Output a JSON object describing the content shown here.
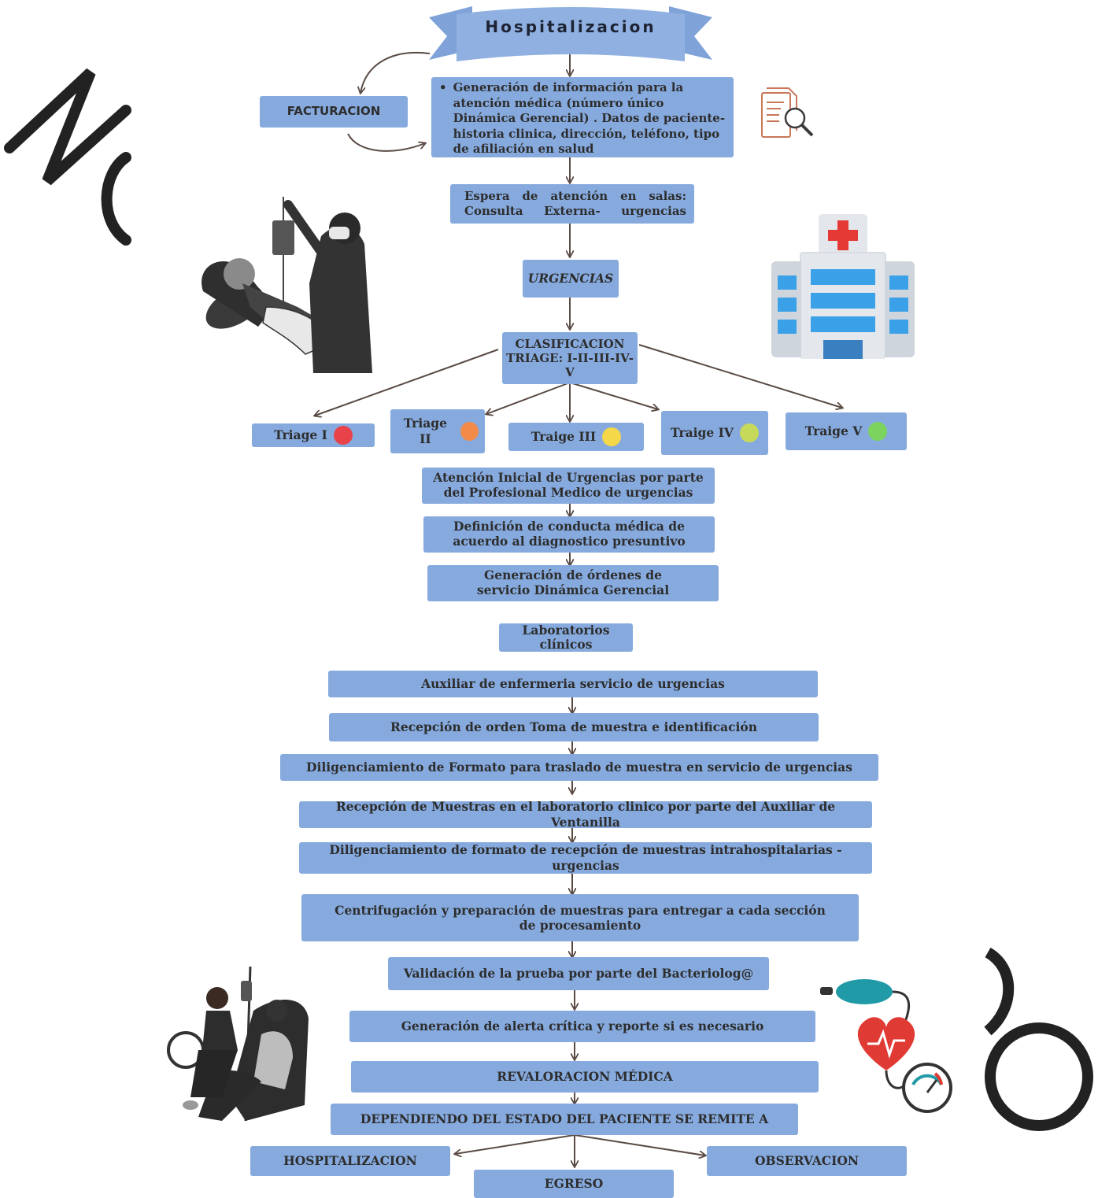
{
  "banner": {
    "title": "Hospitalizacion"
  },
  "facturacion": "FACTURACION",
  "info_box": "Generación de información para la atención médica (número único Dinámica Gerencial) . Datos de paciente- historia clinica, dirección, teléfono, tipo de afiliación en salud",
  "wait_box": "Espera de atención en salas: Consulta Externa- urgencias",
  "urgencias": "URGENCIAS",
  "clasificacion": "CLASIFICACION TRIAGE: I-II-III-IV-V",
  "triage": [
    {
      "label": "Triage I",
      "color": "#e8424a"
    },
    {
      "label": "Triage II",
      "color": "#f28a4a"
    },
    {
      "label": "Traige III",
      "color": "#f5d849"
    },
    {
      "label": "Traige IV",
      "color": "#c6d95a"
    },
    {
      "label": "Traige V",
      "color": "#7cd35e"
    }
  ],
  "steps": [
    "Atención Inicial de Urgencias por parte del Profesional Medico de urgencias",
    "Definición de conducta médica de acuerdo al diagnostico presuntivo",
    "Generación de órdenes de servicio Dinámica Gerencial",
    "Laboratorios clínicos",
    "Auxiliar de enfermeria servicio de urgencias",
    "Recepción de orden Toma de muestra e identificación",
    "Diligenciamiento de Formato para traslado de muestra en servicio de urgencias",
    "Recepción de Muestras en el laboratorio clinico por parte del Auxiliar de Ventanilla",
    "Diligenciamiento de formato de recepción de muestras intrahospitalarias -urgencias",
    "Centrifugación y preparación de muestras para  entregar a cada sección de procesamiento",
    "Validación de la prueba por parte del Bacteriolog@",
    "Generación de alerta crítica y reporte si es necesario",
    "REVALORACION MÉDICA",
    "DEPENDIENDO DEL ESTADO DEL PACIENTE SE REMITE A"
  ],
  "outcomes": {
    "hospitalizacion": "HOSPITALIZACION",
    "observacion": "OBSERVACION",
    "egreso": "EGRESO"
  },
  "icons": [
    "document-search-icon",
    "hospital-building-icon",
    "doctor-patient-illustration",
    "iv-chair-illustration",
    "heart-blood-pressure-icon"
  ],
  "colors": {
    "box": "#86aade",
    "text": "#2d2d2d",
    "arrow": "#5a4a44",
    "banner": "#8fb0e0"
  }
}
